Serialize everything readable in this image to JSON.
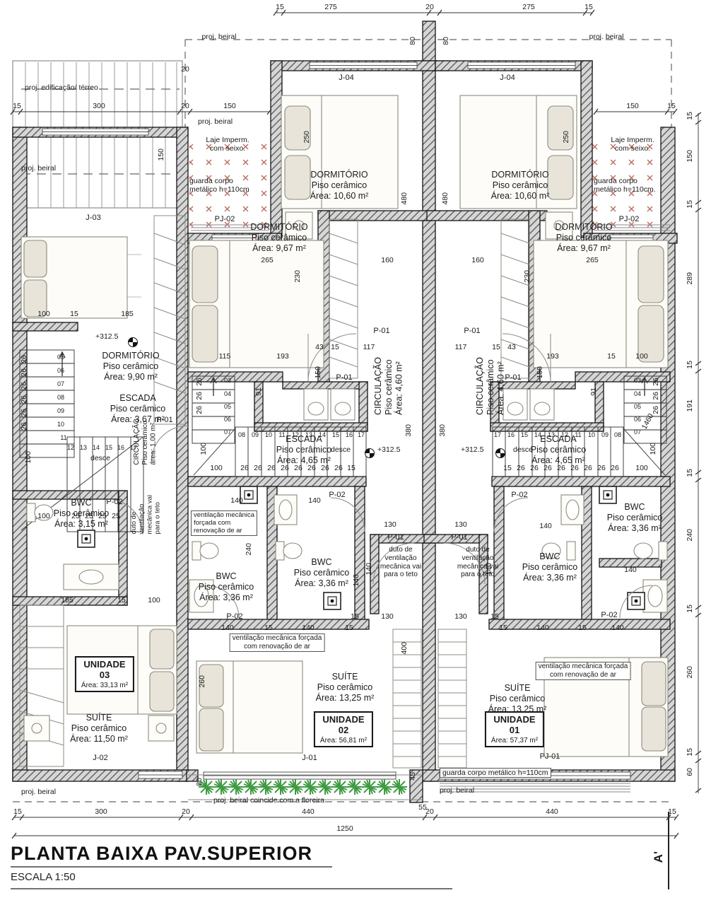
{
  "title": {
    "main": "PLANTA BAIXA PAV.SUPERIOR",
    "scale": "ESCALA 1:50",
    "section": "A'"
  },
  "colors": {
    "wall_hatch": "#4c4c4c",
    "plant_green": "#3f9b42",
    "laje_marker_red": "#b5685c",
    "line": "#2a2a2a"
  },
  "rooms": {
    "dorm1060": "DORMITÓRIO\nPiso cerâmico\nÁrea: 10,60 m²",
    "dorm967": "DORMITÓRIO\nPiso cerâmico\nÁrea: 9,67 m²",
    "dorm990": "DORMITÓRIO\nPiso cerâmico\nÁrea: 9,90 m²",
    "escada367": "ESCADA\nPiso cerâmico\nÁrea: 3,67 m²",
    "escada465": "ESCADA\nPiso cerâmico\nÁrea: 4,65 m²",
    "circ100": "CIRCULAÇÃO\nPiso cerâmico\nárea: 1,00 m²",
    "circ460": "CIRCULAÇÃO\nPiso cerâmico\nÁrea: 4,60 m²",
    "bwc315": "BWC\nPiso cerâmico\nÁrea: 3,15 m²",
    "bwc336": "BWC\nPiso cerâmico\nÁrea: 3,36 m²",
    "suite1150": "SUÍTE\nPiso cerâmico\nÁrea: 11,50 m²",
    "suite1325": "SUÍTE\nPiso cerâmico\nÁrea: 13,25 m²"
  },
  "units": {
    "u03": {
      "label": "UNIDADE\n03",
      "area": "Área: 33,13 m²"
    },
    "u02": {
      "label": "UNIDADE\n02",
      "area": "Área: 56,81 m²"
    },
    "u01": {
      "label": "UNIDADE\n01",
      "area": "Área: 57,37 m²"
    }
  },
  "tags": {
    "j01": "J-01",
    "j02": "J-02",
    "j03": "J-03",
    "j04": "J-04",
    "pj01": "PJ-01",
    "pj02": "PJ-02",
    "p01": "P-01",
    "p02": "P-02"
  },
  "level": {
    "value": "+312.5"
  },
  "ann": {
    "proj_beiral": "proj. beiral",
    "proj_edificacao": "proj. edificação/ térreo",
    "laje": "Laje Imperm.\ncom seixo.",
    "guarda_short": "guarda corpo\nmetálico h=110cm",
    "guarda_short_dot": "guarda corpo\nmetálico h=110cm.",
    "guarda_long": "guarda corpo metálico h=110cm",
    "vent3": "ventilação mecânica\nforçada com\nrenovação de ar",
    "vent2": "ventilação mecânica forçada\ncom renovação de ar",
    "duto": "duto de\nventilação\nmecânica vai\npara o teto",
    "floreira": "proj. beiral coincide com a floreira",
    "desce": "desce"
  },
  "num": {
    "03": "03",
    "04": "04",
    "05": "05",
    "06": "06",
    "07": "07",
    "08": "08",
    "09": "09",
    "10": "10",
    "11": "11",
    "12": "12",
    "13": "13",
    "14": "14",
    "15": "15",
    "16": "16",
    "17": "17",
    "20": "20",
    "25": "25",
    "26": "26",
    "43": "43",
    "45": "45",
    "55": "55",
    "60": "60",
    "80": "80",
    "91": "91",
    "100": "100",
    "115": "115",
    "117": "117",
    "130": "130",
    "140": "140",
    "150": "150",
    "160": "160",
    "185": "185",
    "191": "191",
    "193": "193",
    "230": "230",
    "240": "240",
    "250": "250",
    "260": "260",
    "265": "265",
    "275": "275",
    "289": "289",
    "300": "300",
    "380": "380",
    "400": "400",
    "440": "440",
    "480": "480",
    "1250": "1250",
    "1460": "1460"
  }
}
